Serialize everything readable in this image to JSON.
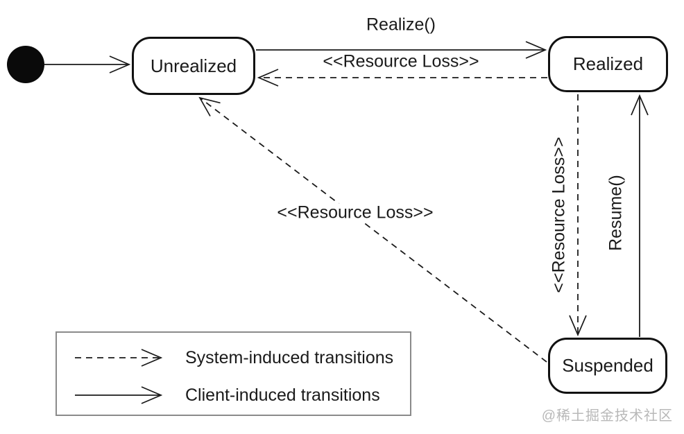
{
  "diagram": {
    "type": "uml-state-diagram",
    "states": [
      {
        "id": "unrealized",
        "label": "Unrealized"
      },
      {
        "id": "realized",
        "label": "Realized"
      },
      {
        "id": "suspended",
        "label": "Suspended"
      }
    ],
    "initial_state": {
      "icon": "filled-black-circle",
      "points_to": "Unrealized"
    },
    "transitions": [
      {
        "name": "initial",
        "from": "start",
        "to": "Unrealized",
        "label": "",
        "style": "solid"
      },
      {
        "name": "realize",
        "from": "Unrealized",
        "to": "Realized",
        "label": "Realize()",
        "style": "solid"
      },
      {
        "name": "resource-loss-top",
        "from": "Realized",
        "to": "Unrealized",
        "label": "<<Resource Loss>>",
        "style": "dashed"
      },
      {
        "name": "resource-loss-vertical",
        "from": "Realized",
        "to": "Suspended",
        "label": "<<Resource Loss>>",
        "style": "dashed"
      },
      {
        "name": "resume",
        "from": "Suspended",
        "to": "Realized",
        "label": "Resume()",
        "style": "solid"
      },
      {
        "name": "resource-loss-diagonal",
        "from": "Suspended",
        "to": "Unrealized",
        "label": "<<Resource Loss>>",
        "style": "dashed"
      }
    ],
    "legend": {
      "items": [
        {
          "style": "dashed",
          "label": "System-induced transitions"
        },
        {
          "style": "solid",
          "label": "Client-induced transitions"
        }
      ]
    },
    "watermark": "@稀土掘金技术社区",
    "colors": {
      "line": "#1a1a1a",
      "state_border": "#111111",
      "text": "#1a1a1a",
      "legend_border": "#8a8a8a",
      "watermark": "#b8b8b8",
      "background": "#ffffff"
    }
  }
}
